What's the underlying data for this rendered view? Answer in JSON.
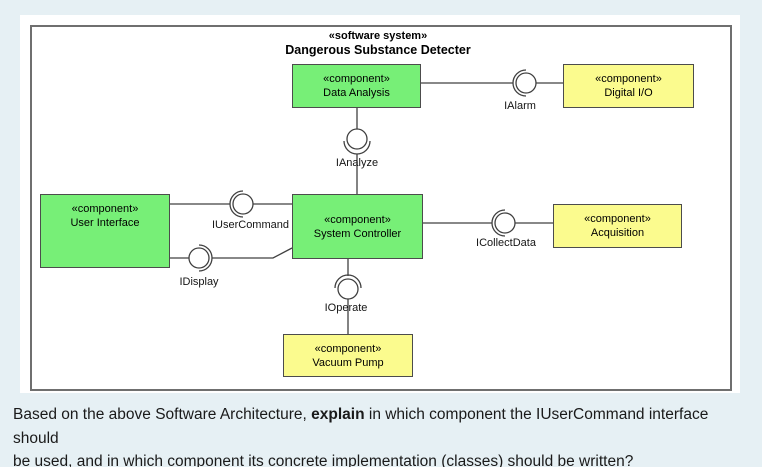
{
  "diagram": {
    "title": {
      "stereotype": "«software system»",
      "name": "Dangerous Substance Detecter"
    },
    "components": [
      {
        "stereotype": "«component»",
        "name": "Data Analysis",
        "color": "#77ef77"
      },
      {
        "stereotype": "«component»",
        "name": "Digital I/O",
        "color": "#fbfb8e"
      },
      {
        "stereotype": "«component»",
        "name": "User Interface",
        "color": "#77ef77"
      },
      {
        "stereotype": "«component»",
        "name": "System Controller",
        "color": "#77ef77"
      },
      {
        "stereotype": "«component»",
        "name": "Acquisition",
        "color": "#fbfb8e"
      },
      {
        "stereotype": "«component»",
        "name": "Vacuum Pump",
        "color": "#fbfb8e"
      }
    ],
    "interfaces": [
      {
        "label": "IAlarm"
      },
      {
        "label": "IAnalyze"
      },
      {
        "label": "IUserCommand"
      },
      {
        "label": "IDisplay"
      },
      {
        "label": "ICollectData"
      },
      {
        "label": "IOperate"
      }
    ],
    "colors": {
      "page_background": "#e6f0f4",
      "panel_background": "#ffffff",
      "frame_border": "#6f6f6f",
      "connector_line": "#404040"
    }
  },
  "question": {
    "line1_prefix": "Based on the above Software Architecture, ",
    "line1_bold": "explain",
    "line1_suffix": " in which component the IUserCommand interface should",
    "line2": "be used, and in which component its concrete implementation (classes) should be written?"
  }
}
